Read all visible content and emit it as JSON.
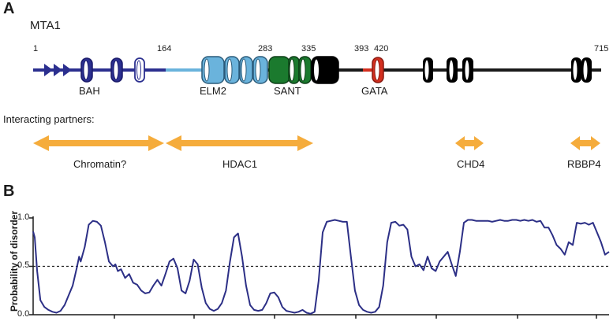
{
  "panel_a": {
    "letter": "A",
    "protein_name": "MTA1",
    "residue_numbers": [
      "1",
      "164",
      "283",
      "335",
      "393",
      "420",
      "715"
    ],
    "domains": [
      "BAH",
      "ELM2",
      "SANT",
      "GATA"
    ],
    "colors": {
      "backbone": "#1a1a1a",
      "bah": "#2b2f8f",
      "elm2": "#6ab3dc",
      "sant": "#1b7a2e",
      "gata": "#d32f1f",
      "black_helix": "#000000",
      "partner_arrow": "#f5ac3c"
    },
    "partners_title": "Interacting partners:",
    "partners": [
      "Chromatin?",
      "HDAC1",
      "CHD4",
      "RBBP4"
    ]
  },
  "panel_b": {
    "letter": "B",
    "ylabel": "Probability of disorder",
    "yticks": [
      "0.0",
      "0.5",
      "1.0"
    ],
    "threshold": 0.5,
    "line_color": "#2c2f86"
  },
  "chart_data": {
    "type": "line",
    "title": "",
    "xlabel": "",
    "ylabel": "Probability of disorder",
    "xlim": [
      1,
      715
    ],
    "ylim": [
      0,
      1
    ],
    "series": [
      {
        "x": [
          1,
          3,
          6,
          10,
          15,
          20,
          25,
          30,
          35,
          40,
          45,
          50,
          55,
          58,
          60,
          65,
          70,
          75,
          80,
          85,
          90,
          95,
          100,
          103,
          106,
          110,
          115,
          120,
          125,
          130,
          135,
          140,
          145,
          150,
          155,
          160,
          165,
          170,
          175,
          180,
          185,
          190,
          195,
          200,
          205,
          210,
          215,
          220,
          225,
          230,
          235,
          240,
          245,
          250,
          255,
          260,
          265,
          270,
          275,
          280,
          285,
          290,
          295,
          300,
          305,
          310,
          315,
          320,
          325,
          330,
          335,
          340,
          345,
          350,
          355,
          360,
          365,
          370,
          375,
          380,
          385,
          390,
          395,
          400,
          405,
          410,
          415,
          420,
          425,
          430,
          435,
          440,
          445,
          450,
          455,
          460,
          465,
          470,
          475,
          480,
          485,
          490,
          495,
          500,
          505,
          510,
          515,
          520,
          525,
          530,
          535,
          540,
          545,
          550,
          555,
          560,
          565,
          570,
          575,
          580,
          585,
          590,
          595,
          600,
          605,
          610,
          615,
          620,
          625,
          630,
          635,
          640,
          645,
          650,
          655,
          660,
          665,
          670,
          675,
          680,
          685,
          690,
          695,
          700,
          705,
          710,
          715
        ],
        "y": [
          0.86,
          0.8,
          0.45,
          0.15,
          0.08,
          0.05,
          0.03,
          0.02,
          0.04,
          0.1,
          0.2,
          0.3,
          0.48,
          0.6,
          0.55,
          0.7,
          0.93,
          0.97,
          0.96,
          0.92,
          0.75,
          0.55,
          0.5,
          0.52,
          0.45,
          0.47,
          0.38,
          0.42,
          0.33,
          0.31,
          0.25,
          0.22,
          0.23,
          0.3,
          0.36,
          0.3,
          0.42,
          0.55,
          0.58,
          0.48,
          0.25,
          0.22,
          0.35,
          0.57,
          0.52,
          0.28,
          0.12,
          0.06,
          0.04,
          0.06,
          0.12,
          0.25,
          0.55,
          0.8,
          0.84,
          0.6,
          0.3,
          0.1,
          0.05,
          0.04,
          0.05,
          0.12,
          0.22,
          0.23,
          0.18,
          0.08,
          0.04,
          0.03,
          0.02,
          0.03,
          0.05,
          0.02,
          0.01,
          0.03,
          0.35,
          0.85,
          0.96,
          0.97,
          0.98,
          0.97,
          0.96,
          0.96,
          0.6,
          0.25,
          0.1,
          0.05,
          0.03,
          0.02,
          0.03,
          0.08,
          0.3,
          0.75,
          0.95,
          0.96,
          0.92,
          0.93,
          0.88,
          0.6,
          0.5,
          0.52,
          0.46,
          0.6,
          0.48,
          0.45,
          0.55,
          0.6,
          0.65,
          0.52,
          0.4,
          0.65,
          0.95,
          0.98,
          0.98,
          0.97,
          0.97,
          0.97,
          0.97,
          0.96,
          0.97,
          0.98,
          0.97,
          0.97,
          0.98,
          0.98,
          0.97,
          0.98,
          0.97,
          0.98,
          0.96,
          0.97,
          0.9,
          0.9,
          0.82,
          0.72,
          0.68,
          0.62,
          0.75,
          0.72,
          0.95,
          0.94,
          0.95,
          0.93,
          0.95,
          0.85,
          0.75,
          0.62,
          0.65
        ]
      }
    ]
  }
}
